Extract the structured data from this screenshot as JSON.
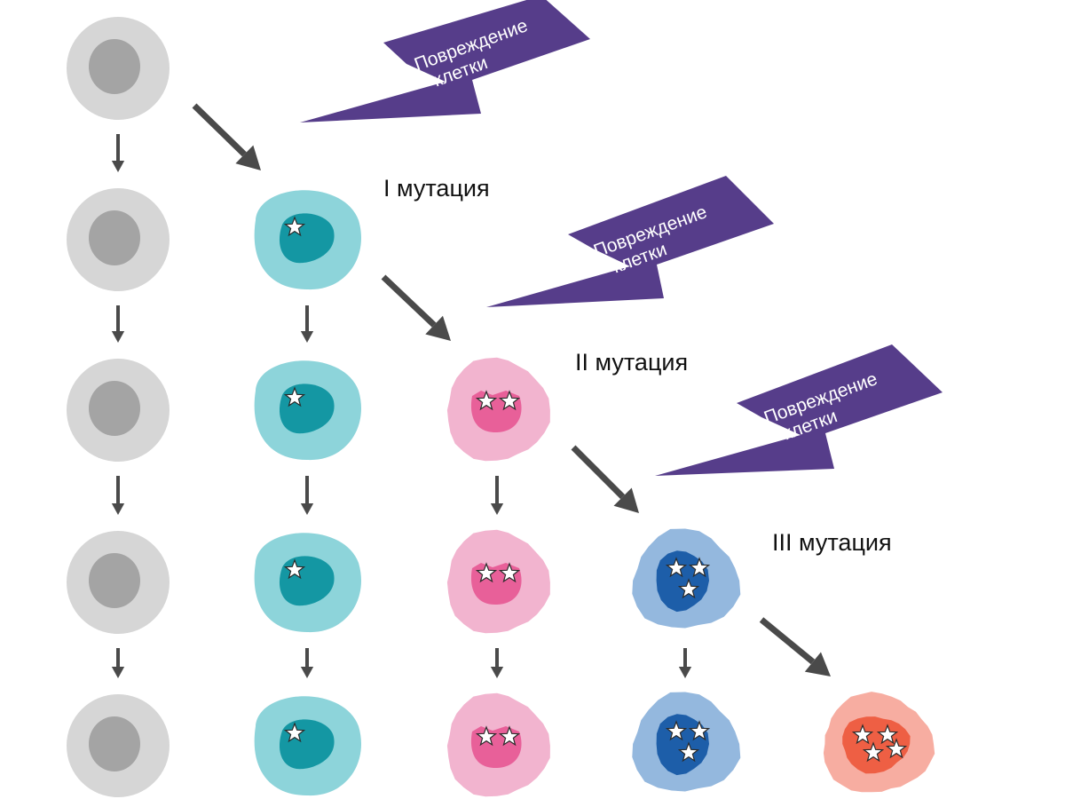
{
  "colors": {
    "normal": {
      "cell": "#d6d6d6",
      "nucleus": "#a4a4a4"
    },
    "stage1": {
      "cell": "#8dd4da",
      "nucleus": "#1497a3"
    },
    "stage2": {
      "cell": "#f2b4cf",
      "nucleus": "#e86099"
    },
    "stage3": {
      "cell": "#94b8de",
      "nucleus": "#1d5ea9"
    },
    "stage4": {
      "cell": "#f7ada1",
      "nucleus": "#ee5f44"
    },
    "bolt": "#563d8a",
    "arrow": "#4a4a4a"
  },
  "damage": [
    {
      "line1": "Повреждение",
      "line2": "клетки"
    },
    {
      "line1": "Повреждение",
      "line2": "клетки"
    },
    {
      "line1": "Повреждение",
      "line2": "клетки"
    }
  ],
  "mutations": [
    {
      "label": "I мутация"
    },
    {
      "label": "II мутация"
    },
    {
      "label": "III мутация"
    }
  ],
  "lineages": [
    {
      "name": "normal",
      "cells": 5,
      "stars": 0
    },
    {
      "name": "stage1",
      "cells": 4,
      "stars": 1
    },
    {
      "name": "stage2",
      "cells": 3,
      "stars": 2
    },
    {
      "name": "stage3",
      "cells": 2,
      "stars": 3
    },
    {
      "name": "stage4",
      "cells": 1,
      "stars": 4
    }
  ]
}
